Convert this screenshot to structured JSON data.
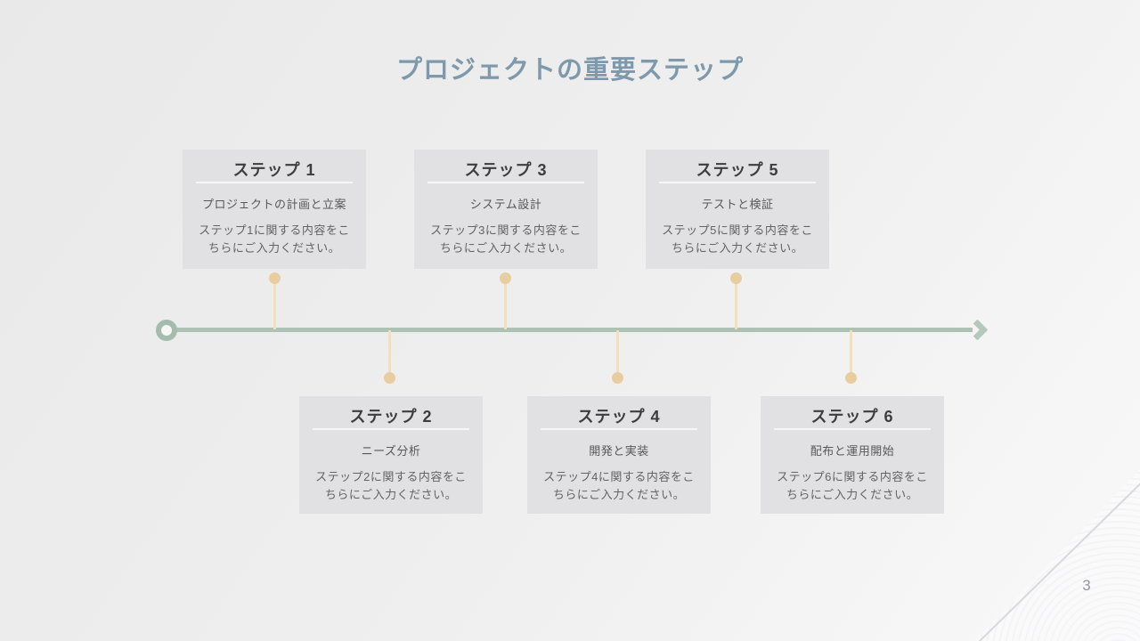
{
  "slide": {
    "title": "プロジェクトの重要ステップ",
    "page_number": "3"
  },
  "steps": [
    {
      "label": "ステップ 1",
      "subtitle": "プロジェクトの計画と立案",
      "body": "ステップ1に関する内容をこちらにご入力ください。"
    },
    {
      "label": "ステップ 2",
      "subtitle": "ニーズ分析",
      "body": "ステップ2に関する内容をこちらにご入力ください。"
    },
    {
      "label": "ステップ 3",
      "subtitle": "システム設計",
      "body": "ステップ3に関する内容をこちらにご入力ください。"
    },
    {
      "label": "ステップ 4",
      "subtitle": "開発と実装",
      "body": "ステップ4に関する内容をこちらにご入力ください。"
    },
    {
      "label": "ステップ 5",
      "subtitle": "テストと検証",
      "body": "ステップ5に関する内容をこちらにご入力ください。"
    },
    {
      "label": "ステップ 6",
      "subtitle": "配布と運用開始",
      "body": "ステップ6に関する内容をこちらにご入力ください。"
    }
  ],
  "colors": {
    "title_text": "#7d99ab",
    "timeline_green": "#adc2b5",
    "connector_line": "#f2e0bb",
    "connector_dot": "#e8cd9e",
    "card_background": "#e1e1e3",
    "card_title_text": "#3d3d3f",
    "card_subtitle_text": "#58585a",
    "card_body_text": "#636365",
    "page_number_text": "#96969a"
  }
}
